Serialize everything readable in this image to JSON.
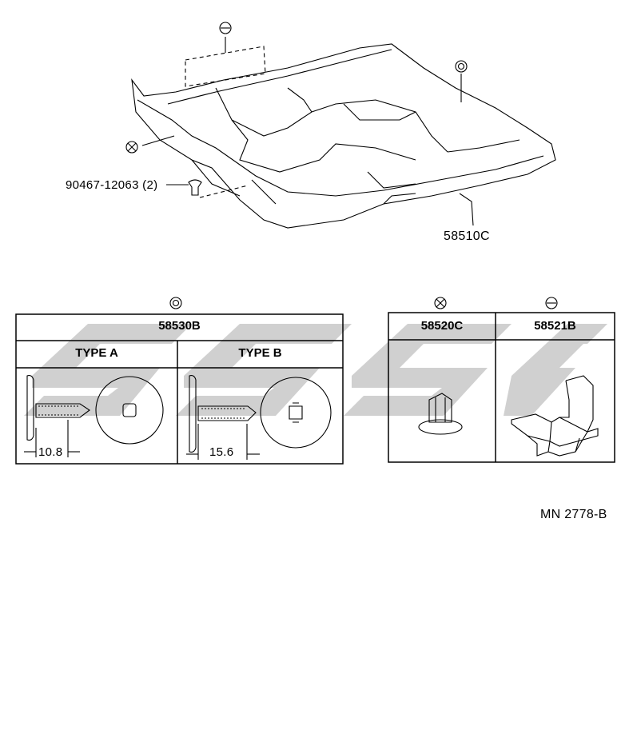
{
  "callouts": {
    "bolt_part": "90467-12063 (2)",
    "carpet_part": "58510C",
    "diagram_id": "MN  2778-B"
  },
  "left_table": {
    "header": "58530B",
    "type_a": "TYPE  A",
    "type_b": "TYPE  B",
    "dim_a": "10.8",
    "dim_b": "15.6"
  },
  "right_table": {
    "col1": "58520C",
    "col2": "58521B"
  },
  "symbols": {
    "circle_minus": "⊖",
    "circle_dot": "⊚",
    "circle_x": "⊗"
  }
}
